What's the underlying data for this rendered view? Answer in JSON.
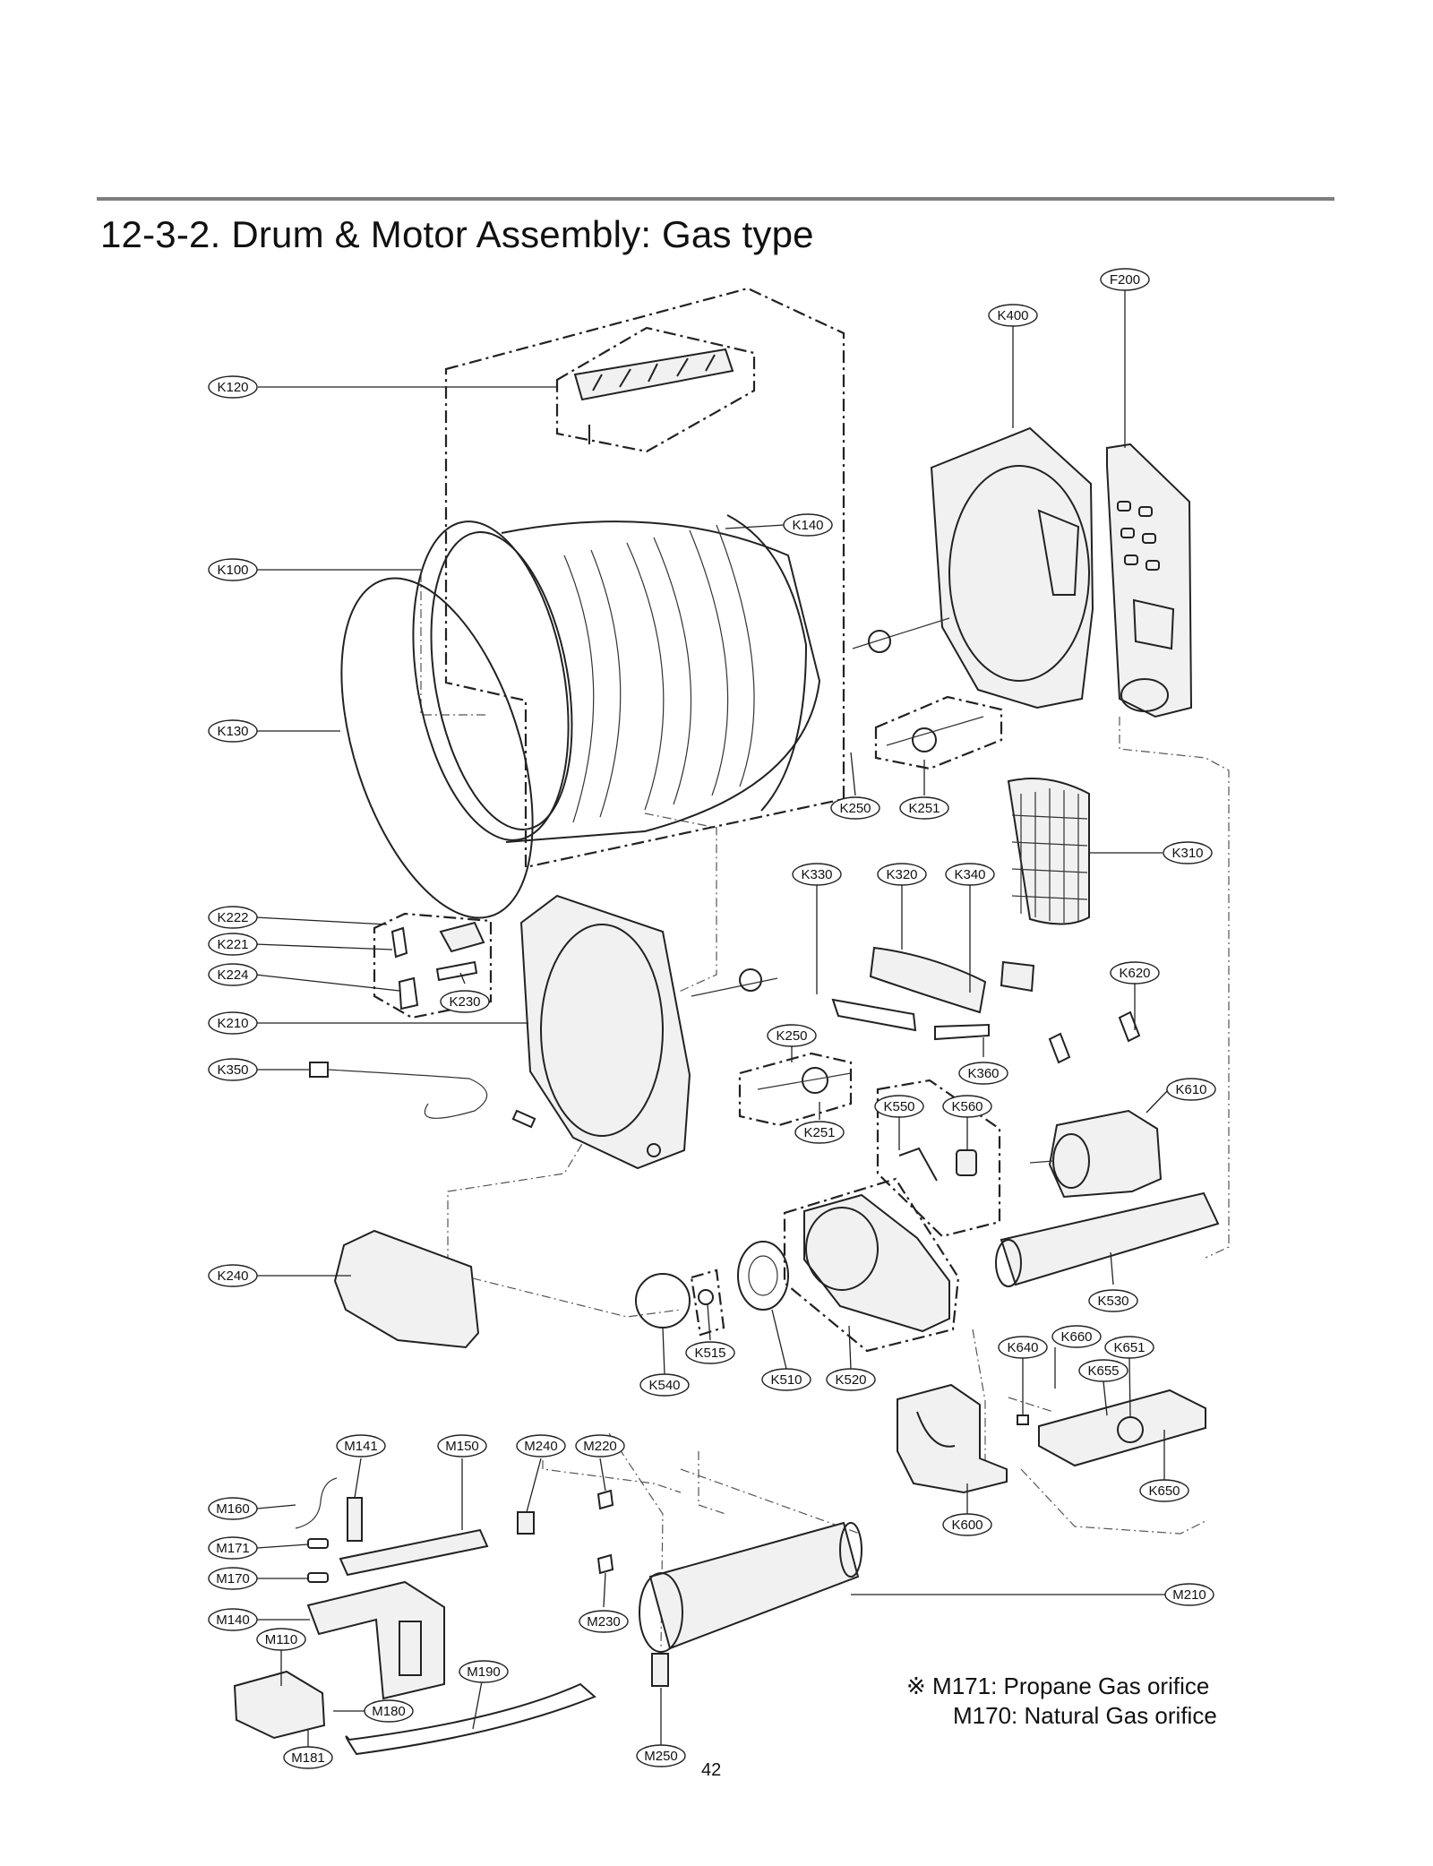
{
  "section_title": "12-3-2. Drum & Motor Assembly: Gas type",
  "page_number": "42",
  "note": {
    "symbol": "※",
    "line1": "M171: Propane Gas orifice",
    "line2": "M170: Natural Gas orifice"
  },
  "callouts": [
    {
      "id": "F200",
      "label": "F200"
    },
    {
      "id": "K400",
      "label": "K400"
    },
    {
      "id": "K120",
      "label": "K120"
    },
    {
      "id": "K140",
      "label": "K140"
    },
    {
      "id": "K100",
      "label": "K100"
    },
    {
      "id": "K130",
      "label": "K130"
    },
    {
      "id": "K250a",
      "label": "K250"
    },
    {
      "id": "K251a",
      "label": "K251"
    },
    {
      "id": "K310",
      "label": "K310"
    },
    {
      "id": "K330",
      "label": "K330"
    },
    {
      "id": "K320",
      "label": "K320"
    },
    {
      "id": "K340",
      "label": "K340"
    },
    {
      "id": "K222",
      "label": "K222"
    },
    {
      "id": "K221",
      "label": "K221"
    },
    {
      "id": "K224",
      "label": "K224"
    },
    {
      "id": "K230",
      "label": "K230"
    },
    {
      "id": "K210",
      "label": "K210"
    },
    {
      "id": "K620",
      "label": "K620"
    },
    {
      "id": "K250b",
      "label": "K250"
    },
    {
      "id": "K350",
      "label": "K350"
    },
    {
      "id": "K360",
      "label": "K360"
    },
    {
      "id": "K610",
      "label": "K610"
    },
    {
      "id": "K550",
      "label": "K550"
    },
    {
      "id": "K560",
      "label": "K560"
    },
    {
      "id": "K251b",
      "label": "K251"
    },
    {
      "id": "K240",
      "label": "K240"
    },
    {
      "id": "K530",
      "label": "K530"
    },
    {
      "id": "K660",
      "label": "K660"
    },
    {
      "id": "K640",
      "label": "K640"
    },
    {
      "id": "K651",
      "label": "K651"
    },
    {
      "id": "K515",
      "label": "K515"
    },
    {
      "id": "K655",
      "label": "K655"
    },
    {
      "id": "K510",
      "label": "K510"
    },
    {
      "id": "K520",
      "label": "K520"
    },
    {
      "id": "K540",
      "label": "K540"
    },
    {
      "id": "M141",
      "label": "M141"
    },
    {
      "id": "M150",
      "label": "M150"
    },
    {
      "id": "M240",
      "label": "M240"
    },
    {
      "id": "M220",
      "label": "M220"
    },
    {
      "id": "K650",
      "label": "K650"
    },
    {
      "id": "M160",
      "label": "M160"
    },
    {
      "id": "K600",
      "label": "K600"
    },
    {
      "id": "M171",
      "label": "M171"
    },
    {
      "id": "M170",
      "label": "M170"
    },
    {
      "id": "M210",
      "label": "M210"
    },
    {
      "id": "M140",
      "label": "M140"
    },
    {
      "id": "M230",
      "label": "M230"
    },
    {
      "id": "M110",
      "label": "M110"
    },
    {
      "id": "M190",
      "label": "M190"
    },
    {
      "id": "M180",
      "label": "M180"
    },
    {
      "id": "M181",
      "label": "M181"
    },
    {
      "id": "M250",
      "label": "M250"
    }
  ]
}
